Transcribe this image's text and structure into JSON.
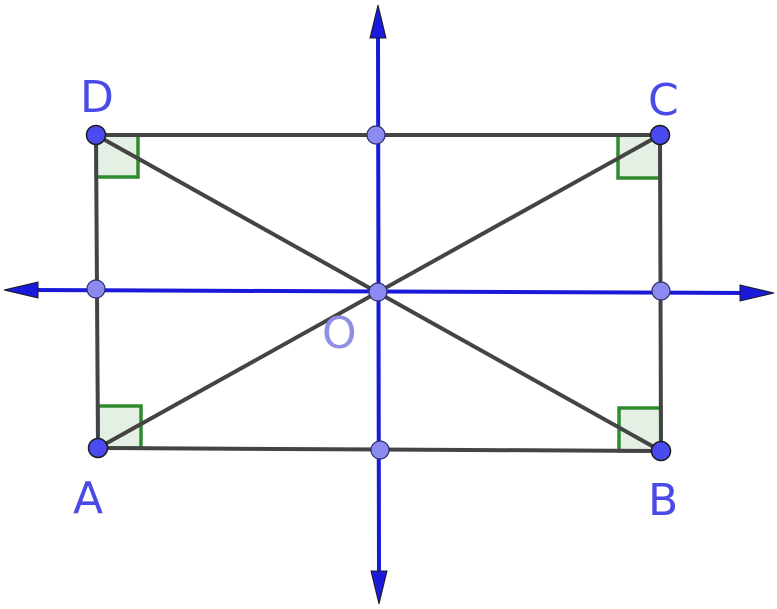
{
  "labels": {
    "A": "A",
    "B": "B",
    "C": "C",
    "D": "D",
    "O": "O"
  },
  "colors": {
    "segment": "#444444",
    "axis": "#1a1adb",
    "right_angle_fill": "#d9ead9",
    "right_angle_stroke": "#2e8b2e",
    "vertex_point": "#4a4af0",
    "midpoint": "#8a8af0",
    "label_text": "#4a4ae6",
    "center_label_text": "#8f8fe6"
  }
}
